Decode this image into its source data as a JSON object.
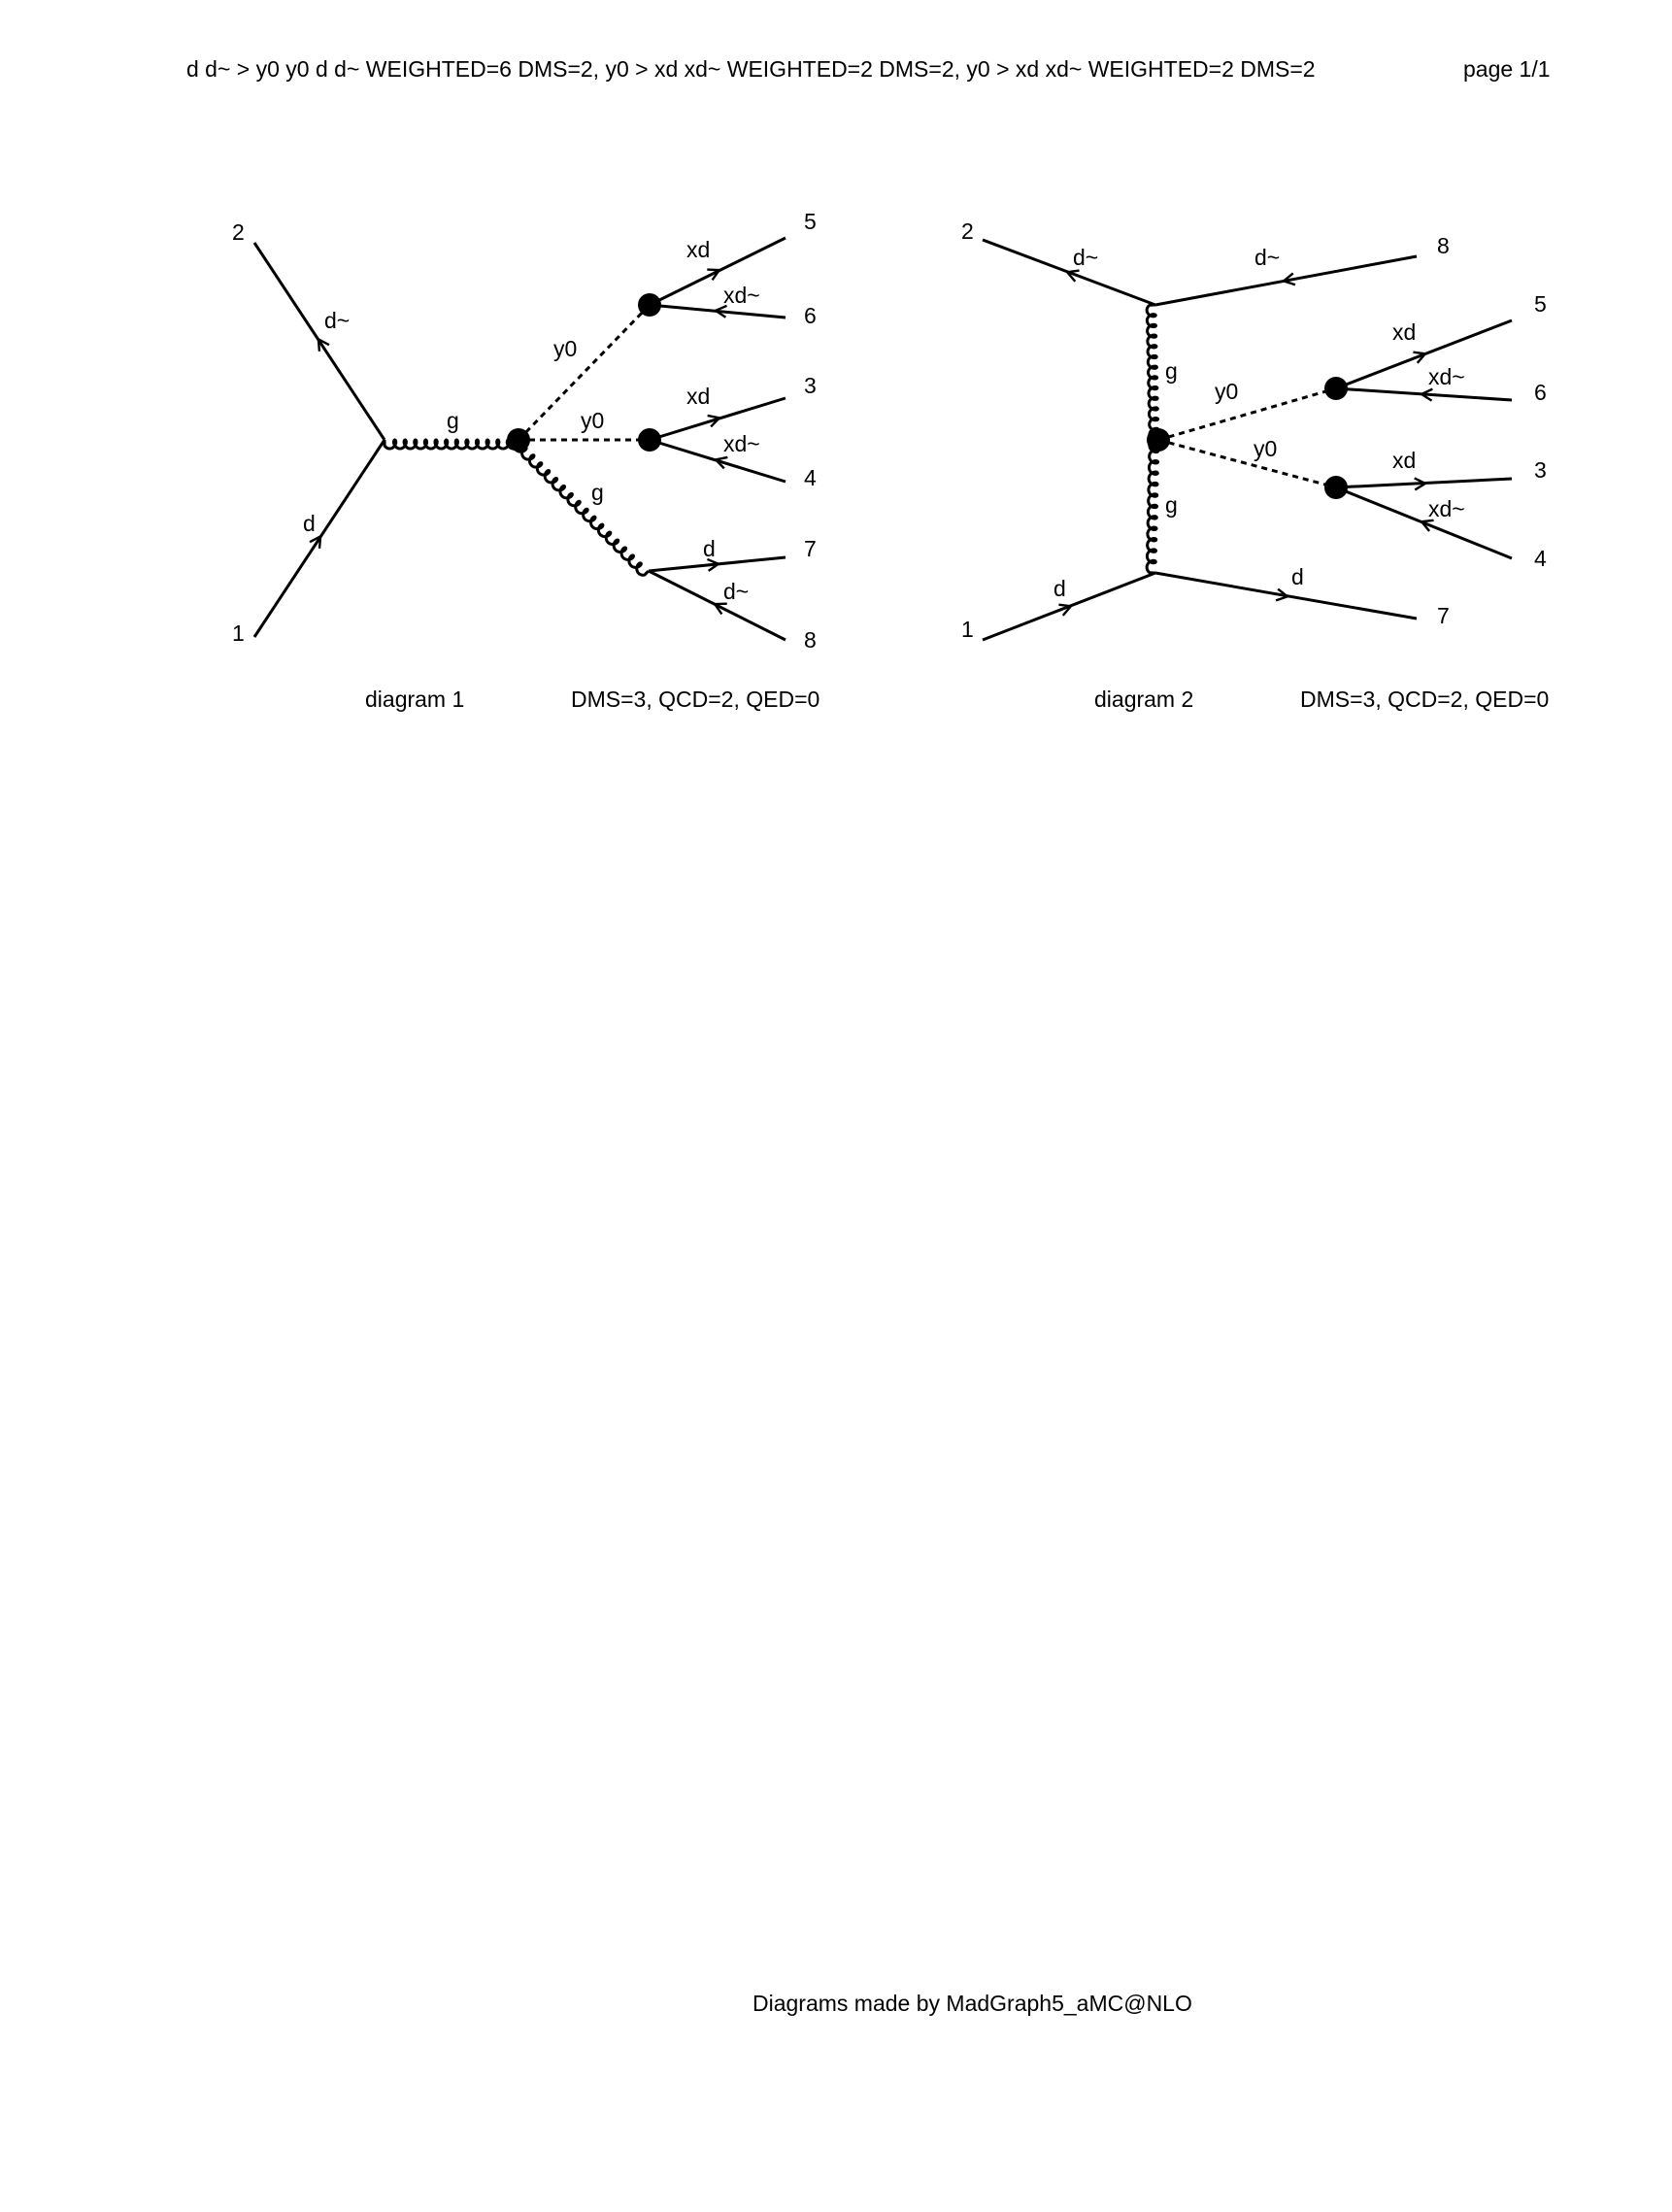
{
  "header": {
    "process": "d d~ > y0 y0 d d~ WEIGHTED=6 DMS=2, y0 > xd xd~ WEIGHTED=2 DMS=2, y0 > xd xd~ WEIGHTED=2 DMS=2",
    "page": "page 1/1"
  },
  "diagrams": [
    {
      "caption": "diagram 1",
      "couplings": "DMS=3, QCD=2, QED=0",
      "particles": {
        "d_in": "d",
        "dbar_in": "d~",
        "g_s": "g",
        "y0_upper": "y0",
        "y0_mid": "y0",
        "g_lower": "g",
        "xd_a": "xd",
        "xdbar_a": "xd~",
        "xd_b": "xd",
        "xdbar_b": "xd~",
        "d_out": "d",
        "dbar_out": "d~"
      },
      "legs": {
        "l1": "1",
        "l2": "2",
        "l3": "3",
        "l4": "4",
        "l5": "5",
        "l6": "6",
        "l7": "7",
        "l8": "8"
      }
    },
    {
      "caption": "diagram 2",
      "couplings": "DMS=3, QCD=2, QED=0",
      "particles": {
        "dbar_in": "d~",
        "dbar_out": "d~",
        "g_upper": "g",
        "g_lower": "g",
        "y0_upper": "y0",
        "y0_lower": "y0",
        "xd_a": "xd",
        "xdbar_a": "xd~",
        "xd_b": "xd",
        "xdbar_b": "xd~",
        "d_in": "d",
        "d_out": "d"
      },
      "legs": {
        "l1": "1",
        "l2": "2",
        "l3": "3",
        "l4": "4",
        "l5": "5",
        "l6": "6",
        "l7": "7",
        "l8": "8"
      }
    }
  ],
  "footer": "Diagrams made by MadGraph5_aMC@NLO"
}
